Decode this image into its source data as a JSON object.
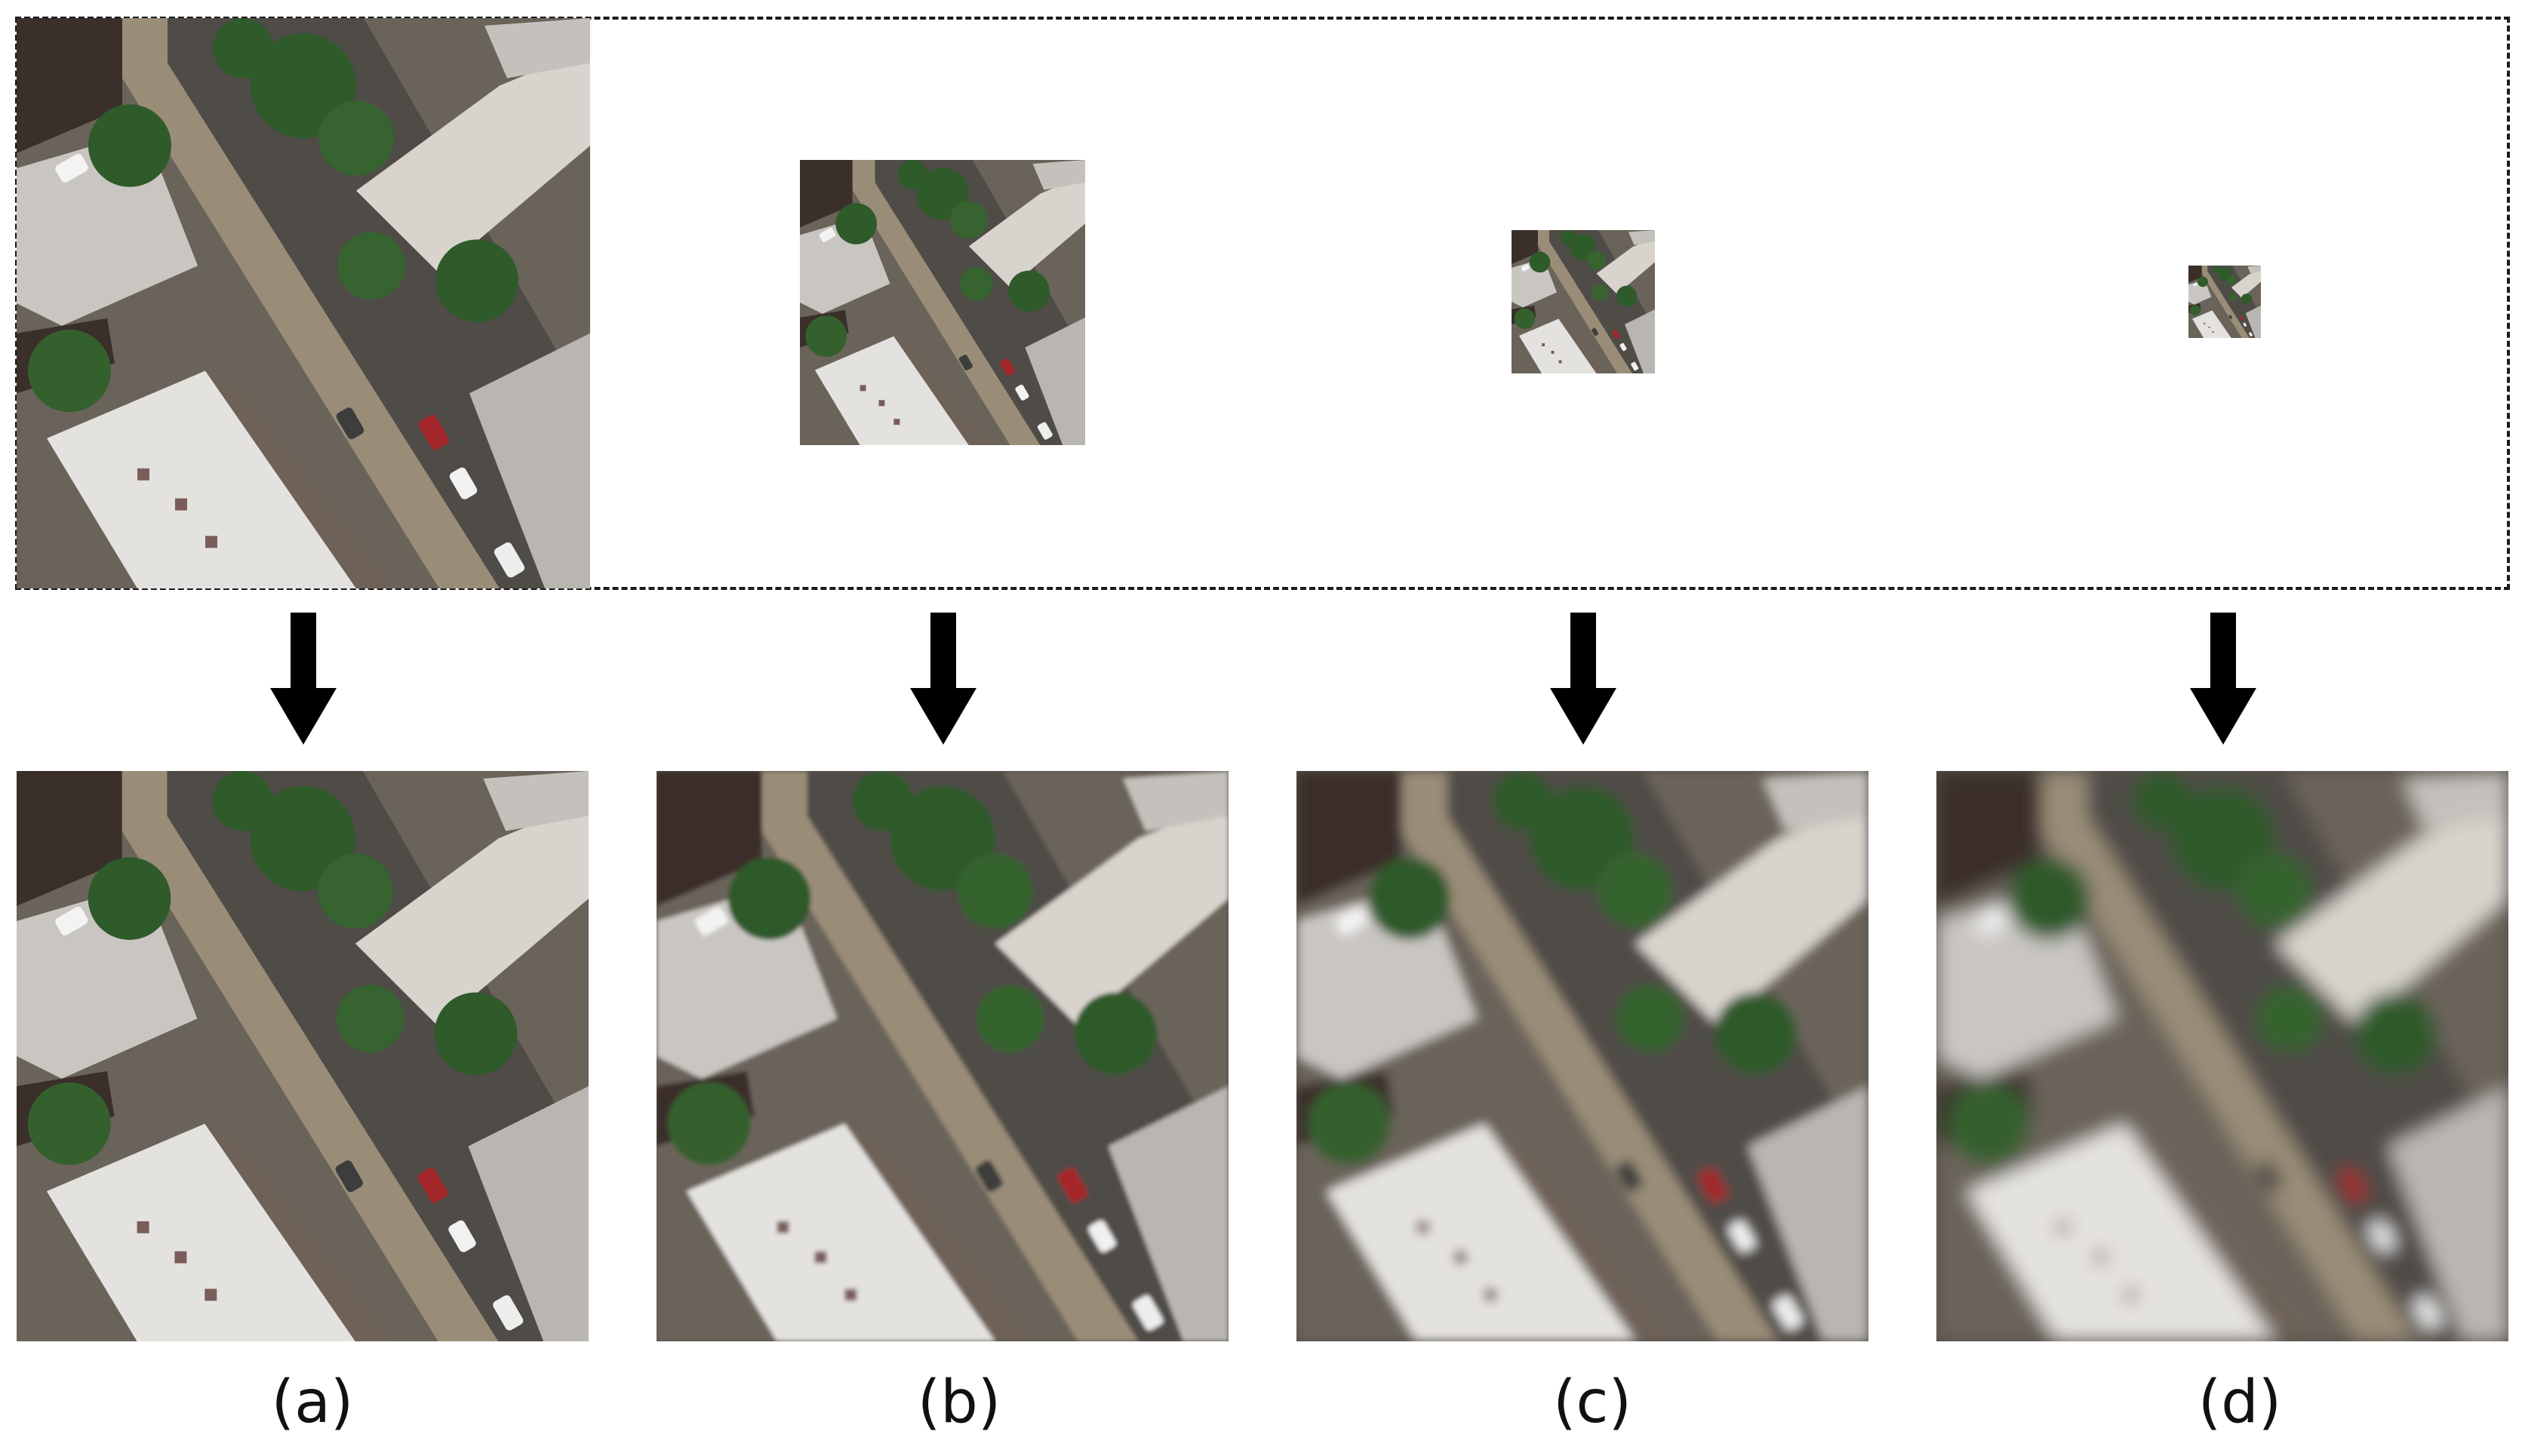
{
  "panels": [
    {
      "id": "a",
      "label": "(a)"
    },
    {
      "id": "b",
      "label": "(b)"
    },
    {
      "id": "c",
      "label": "(c)"
    },
    {
      "id": "d",
      "label": "(d)"
    }
  ],
  "colors": {
    "road": "#4f4b47",
    "sidewalk": "#9a8d78",
    "roof_white": "#e4e2df",
    "roof_gray": "#b9b6b1",
    "tree": "#2f5a2a",
    "dark_roof": "#3b2f2a",
    "car_red": "#a4272c"
  }
}
